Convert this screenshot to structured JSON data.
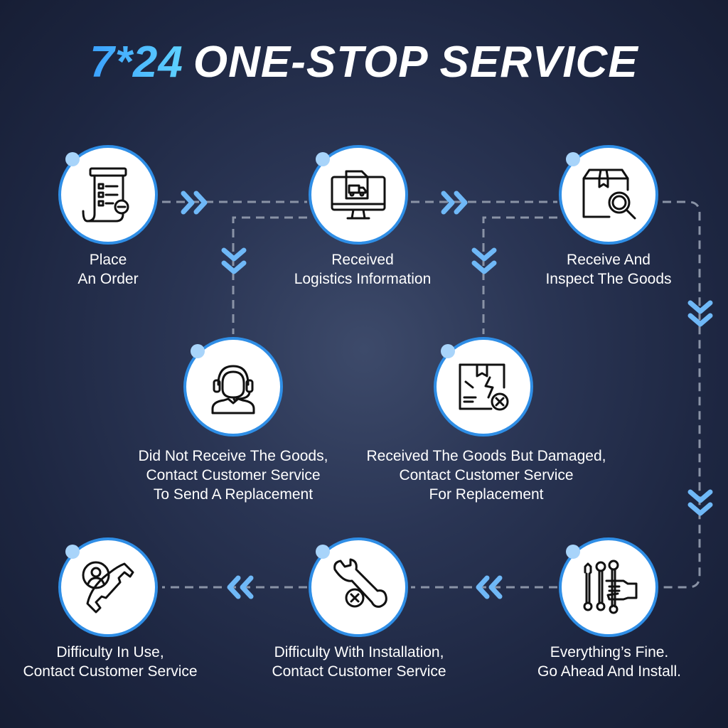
{
  "title": {
    "accent": "7*24",
    "main": "ONE-STOP SERVICE"
  },
  "steps": [
    {
      "icon": "receipt-list-icon",
      "label": "Place\nAn Order"
    },
    {
      "icon": "monitor-truck-icon",
      "label": "Received\nLogistics Information"
    },
    {
      "icon": "box-inspect-icon",
      "label": "Receive And\nInspect The Goods"
    },
    {
      "icon": "headset-agent-icon",
      "label": "Did Not Receive The Goods,\nContact Customer Service\nTo Send A Replacement"
    },
    {
      "icon": "damaged-box-icon",
      "label": "Received The Goods But Damaged,\nContact Customer Service\nFor Replacement"
    },
    {
      "icon": "phone-user-icon",
      "label": "Difficulty In Use,\nContact Customer Service"
    },
    {
      "icon": "wrench-error-icon",
      "label": "Difficulty With Installation,\nContact Customer Service"
    },
    {
      "icon": "tools-hand-icon",
      "label": "Everything’s Fine.\nGo Ahead And Install."
    }
  ],
  "colors": {
    "accent": "#2f8ee6",
    "arrow": "#6fb8f7",
    "dot": "#a8d4fa",
    "connector": "#8a93a6"
  }
}
